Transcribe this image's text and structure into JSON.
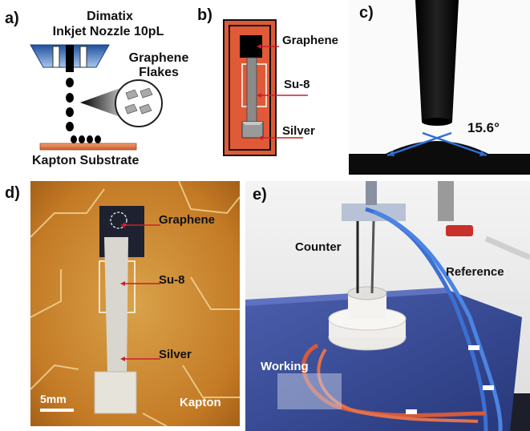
{
  "panels": [
    {
      "label": "a)",
      "nozzle_title_line1": "Dimatix",
      "nozzle_title_line2": "Inkjet Nozzle 10pL",
      "flakes_label_line1": "Graphene",
      "flakes_label_line2": "Flakes",
      "substrate_label": "Kapton Substrate"
    },
    {
      "label": "b)",
      "layer_labels": [
        "Graphene",
        "Su-8",
        "Silver"
      ]
    },
    {
      "label": "c)",
      "contact_angle": "15.6°"
    },
    {
      "label": "d)",
      "layer_labels": [
        "Graphene",
        "Su-8",
        "Silver"
      ],
      "scale_bar": "5mm",
      "substrate_label": "Kapton"
    },
    {
      "label": "e)",
      "electrode_labels": [
        "Counter",
        "Reference",
        "Working"
      ]
    }
  ],
  "colors": {
    "arrow_red": "#c8202a",
    "nozzle_blue": "#2a5ca8",
    "kapton_orange": "#e06a3c",
    "contact_angle_blue": "#2f6fd6"
  }
}
